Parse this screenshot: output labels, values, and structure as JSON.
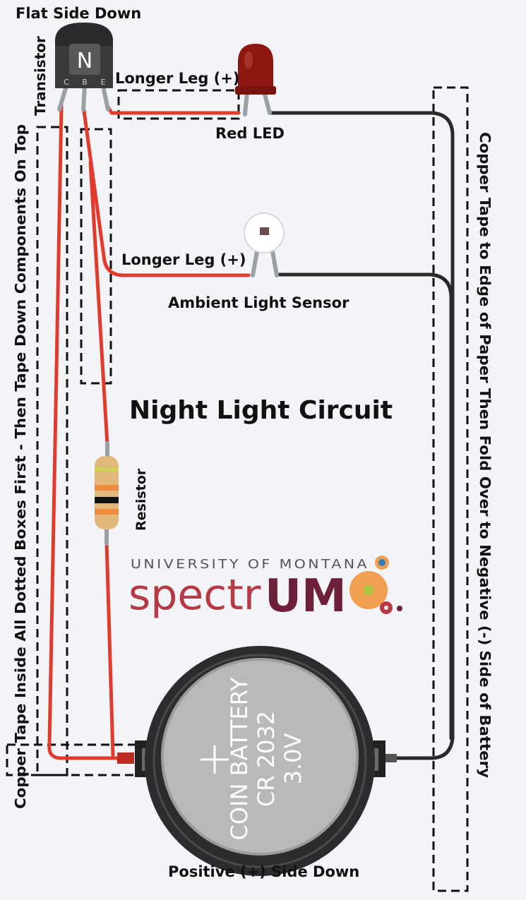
{
  "labels": {
    "flat_side_down": "Flat Side Down",
    "transistor": "Transistor",
    "transistor_type": "N",
    "pin_c": "C",
    "pin_b": "B",
    "pin_e": "E",
    "led_longer_leg": "Longer Leg (+)",
    "red_led": "Red LED",
    "sensor_longer_leg": "Longer Leg (+)",
    "ambient_light_sensor": "Ambient Light Sensor",
    "title": "Night Light Circuit",
    "resistor": "Resistor",
    "left_instruction": "Copper Tape Inside All Dotted Boxes First - Then Tape Down Components On Top",
    "right_instruction": "Copper Tape to Edge of Paper Then Fold Over to Negative (-) Side of Battery",
    "battery_line1": "COIN BATTERY",
    "battery_line2": "CR 2032",
    "battery_line3": "3.0V",
    "positive_side_down": "Positive (+) Side Down"
  },
  "logo": {
    "university": "UNIVERSITY OF MONTANA",
    "brand_light": "spectr",
    "brand_bold": "UM"
  },
  "colors": {
    "background": "#f3f4f7",
    "wire_positive": "#e23b2e",
    "wire_negative": "#2a2a2a",
    "led_red": "#8e1712",
    "transistor_body": "#3a3a3c",
    "logo_light": "#b53a45",
    "logo_dark": "#6e1f3a",
    "logo_orange": "#f0a050",
    "logo_green": "#a8c83c",
    "logo_blue": "#2e7fb8"
  }
}
